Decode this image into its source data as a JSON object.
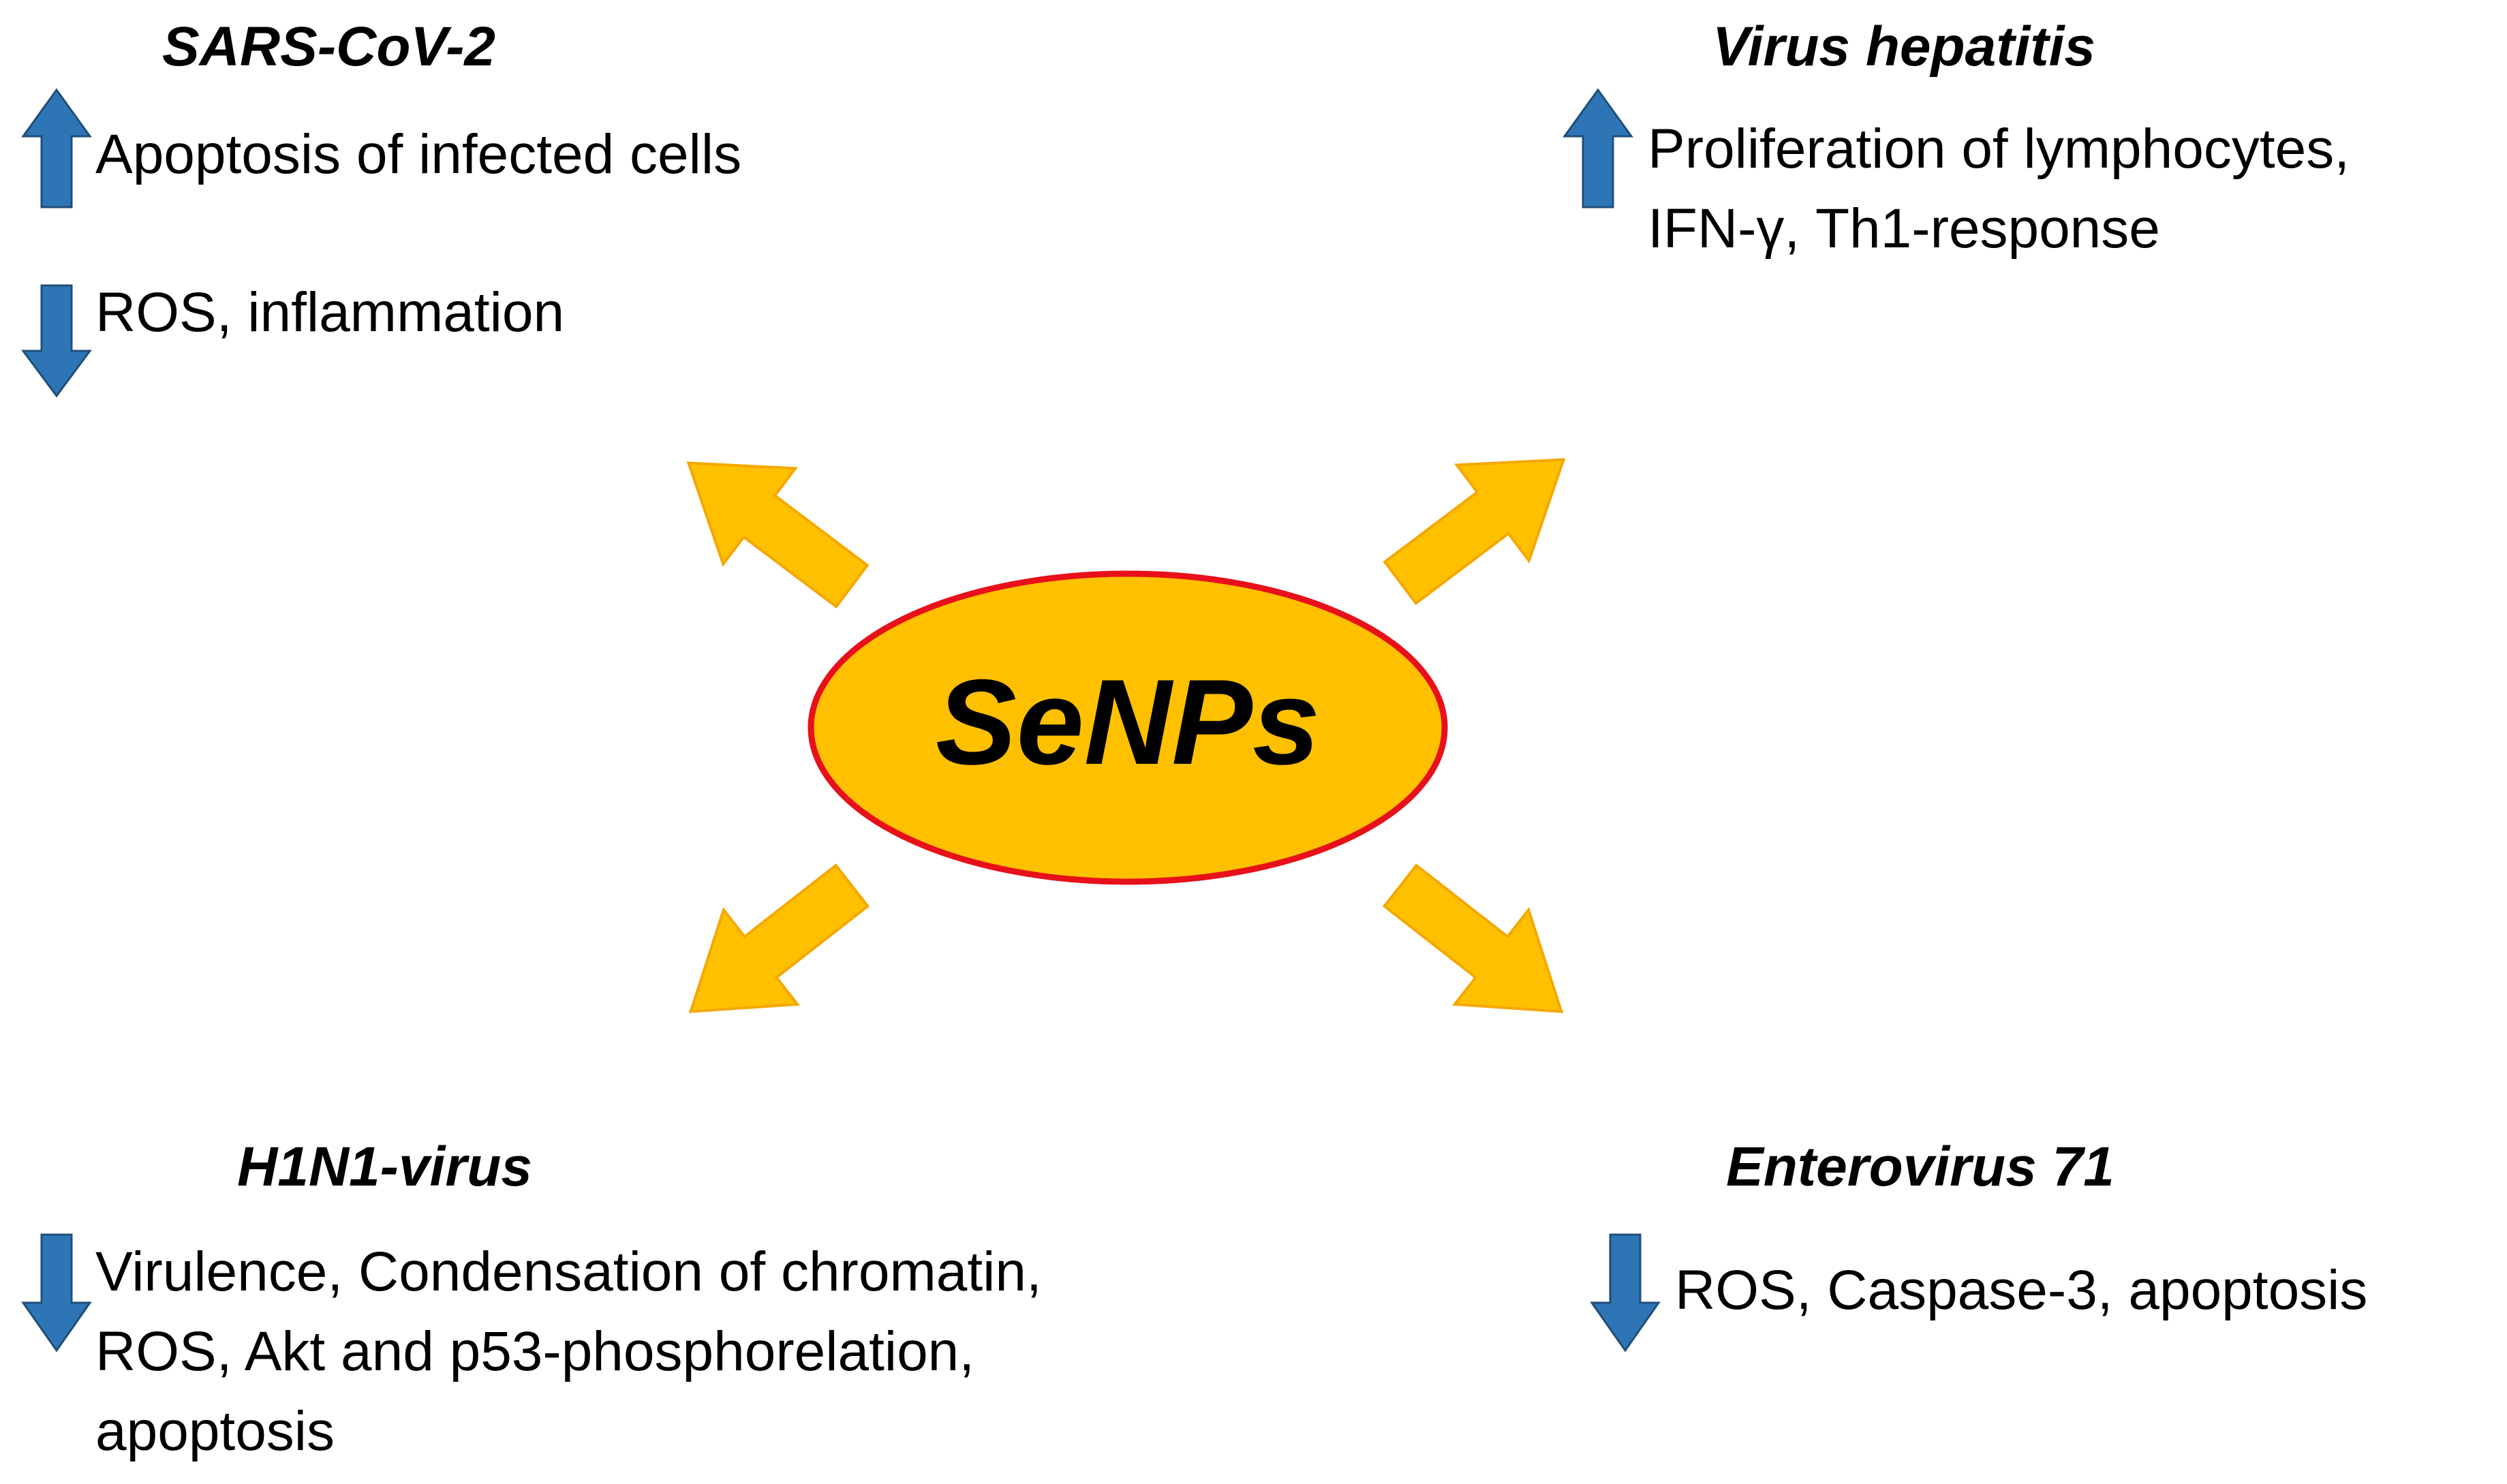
{
  "center": {
    "label": "SeNPs",
    "fill": "#FFC000",
    "stroke": "#E8101A"
  },
  "colors": {
    "orange_arrow": "#FFC000",
    "blue_arrow": "#2E75B6"
  },
  "quadrants": {
    "top_left": {
      "title": "SARS-CoV-2",
      "effects": [
        {
          "direction": "up",
          "lines": [
            "Apoptosis of infected cells"
          ]
        },
        {
          "direction": "down",
          "lines": [
            "ROS, inflammation"
          ]
        }
      ]
    },
    "top_right": {
      "title": "Virus hepatitis",
      "effects": [
        {
          "direction": "up",
          "lines": [
            "Proliferation of lymphocytes,",
            "IFN-γ, Th1-response"
          ]
        }
      ]
    },
    "bottom_left": {
      "title": "H1N1-virus",
      "effects": [
        {
          "direction": "down",
          "lines": [
            "Virulence, Condensation of chromatin,",
            "ROS, Akt and p53-phosphorelation,",
            "apoptosis"
          ]
        }
      ]
    },
    "bottom_right": {
      "title": "Enterovirus 71",
      "effects": [
        {
          "direction": "down",
          "lines": [
            "ROS, Caspase-3,  apoptosis"
          ]
        }
      ]
    }
  }
}
